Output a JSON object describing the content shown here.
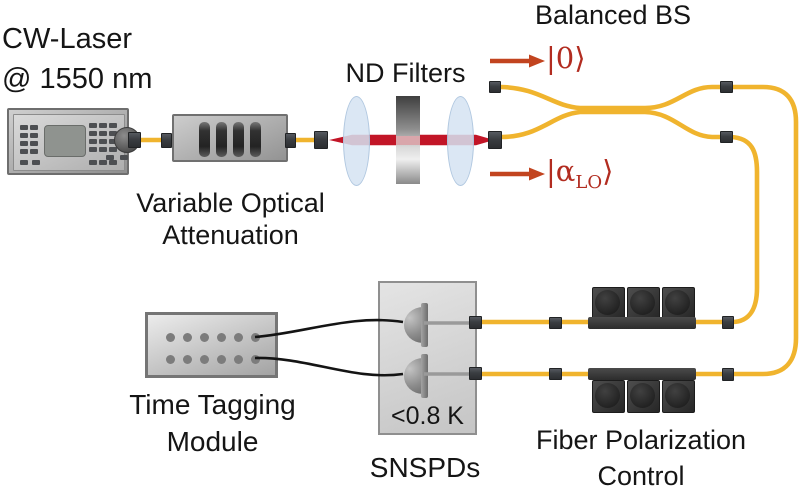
{
  "figure": {
    "laser": {
      "label_line1": "CW-Laser",
      "label_line2": "@ 1550 nm"
    },
    "voa": {
      "label_line1": "Variable Optical",
      "label_line2": "Attenuation"
    },
    "nd": {
      "label": "ND Filters"
    },
    "bs": {
      "label": "Balanced BS"
    },
    "kets": {
      "vacuum": "|0⟩",
      "alpha_prefix": "|α",
      "alpha_subscript": "LO",
      "alpha_suffix": "⟩"
    },
    "ttm": {
      "label_line1": "Time Tagging",
      "label_line2": "Module"
    },
    "snspd": {
      "label": "SNSPDs",
      "temperature": "<0.8 K"
    },
    "fpc": {
      "label_line1": "Fiber Polarization",
      "label_line2": "Control"
    }
  },
  "colors": {
    "fiber": "#f0b42e",
    "beam": "#c21527",
    "arrow": "#c2441f",
    "ket_text": "#b22c20",
    "wire": "#141414",
    "detector_line": "#9a9a9a",
    "text": "#151515"
  }
}
